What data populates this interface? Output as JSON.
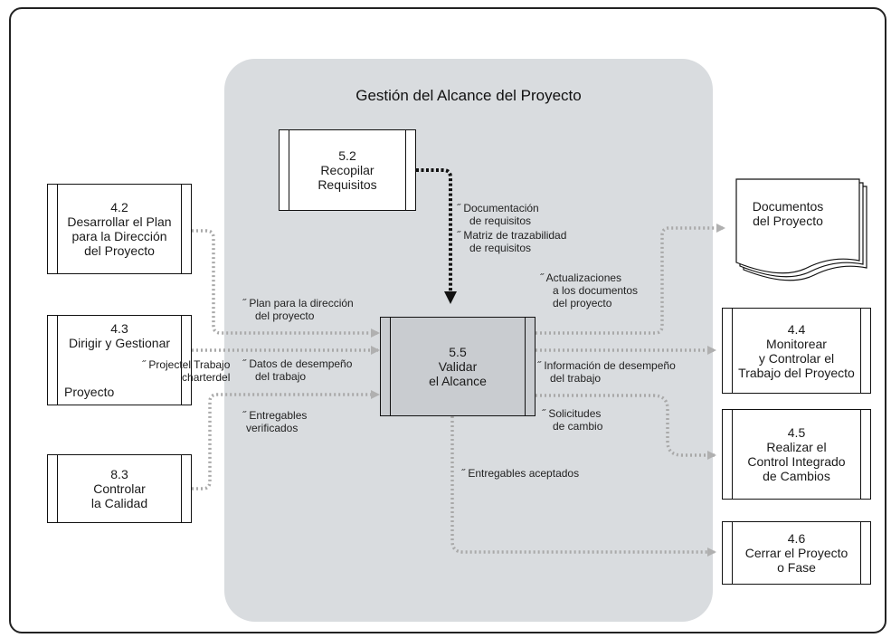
{
  "title": "Gestión del Alcance del Proyecto",
  "colors": {
    "region": "#d9dcdf",
    "central_box": "#c9ccd0",
    "dotted_line": "#a9a9a9",
    "dark_arrow": "#111111"
  },
  "processes": {
    "p42": {
      "num": "4.2",
      "line1": "Desarrollar el Plan",
      "line2": "para la Dirección",
      "line3": "del Proyecto"
    },
    "p43": {
      "num": "4.3",
      "line1": "Dirigir y Gestionar",
      "line2": "Proyecto"
    },
    "p83": {
      "num": "8.3",
      "line1": "Controlar",
      "line2": "la Calidad"
    },
    "p52": {
      "num": "5.2",
      "line1": "Recopilar",
      "line2": "Requisitos"
    },
    "p55": {
      "num": "5.5",
      "line1": "Validar",
      "line2": "el Alcance"
    },
    "p44": {
      "num": "4.4",
      "line1": "Monitorear",
      "line2": "y Controlar el",
      "line3": "Trabajo del Proyecto"
    },
    "p45": {
      "num": "4.5",
      "line1": "Realizar el",
      "line2": "Control Integrado",
      "line3": "de Cambios"
    },
    "p46": {
      "num": "4.6",
      "line1": "Cerrar el Proyecto",
      "line2": "o Fase"
    }
  },
  "document": {
    "line1": "Documentos",
    "line2": "del Proyecto"
  },
  "overlap_tag": {
    "line1": "˝ Projectel Trabajo",
    "line2": "charterdel"
  },
  "flows": {
    "doc_req": {
      "line1": "˝ Documentación",
      "line2": "de requisitos"
    },
    "matrix": {
      "line1": "˝ Matriz de trazabilidad",
      "line2": "de requisitos"
    },
    "plan": {
      "line1": "˝ Plan para la dirección",
      "line2": "del proyecto"
    },
    "work_data": {
      "line1": "˝ Datos de desempeño",
      "line2": "del trabajo"
    },
    "verified": {
      "line1": "˝ Entregables",
      "line2": "verificados"
    },
    "doc_updates": {
      "line1": "˝ Actualizaciones",
      "line2": "a los documentos",
      "line3": "del proyecto"
    },
    "work_info": {
      "line1": "˝ Información de desempeño",
      "line2": "del trabajo"
    },
    "change_req": {
      "line1": "˝ Solicitudes",
      "line2": "de cambio"
    },
    "accepted": {
      "line1": "˝ Entregables aceptados"
    }
  }
}
